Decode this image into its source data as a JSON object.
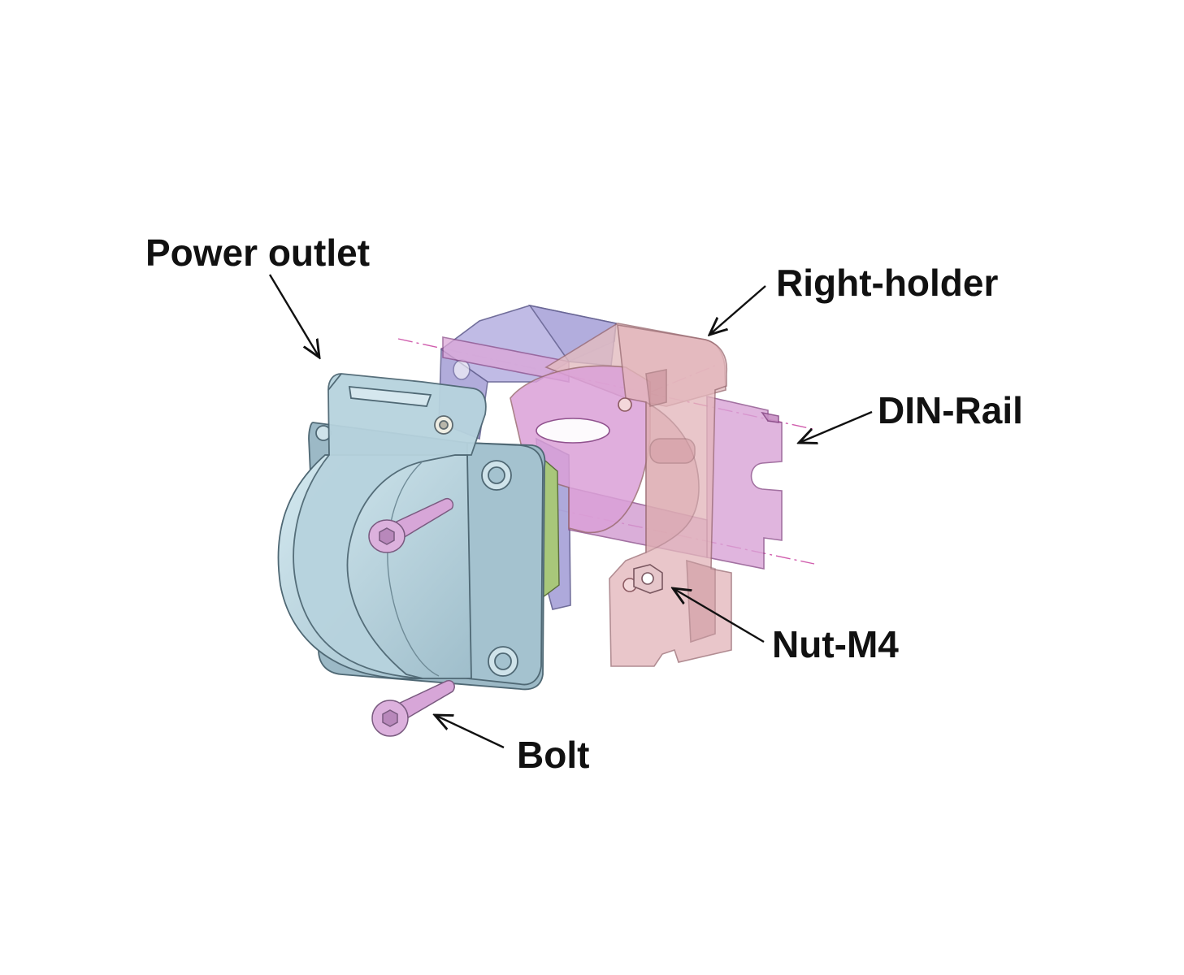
{
  "labels": {
    "power_outlet": "Power outlet",
    "right_holder": "Right-holder",
    "din_rail": "DIN-Rail",
    "nut_m4": "Nut-M4",
    "bolt": "Bolt"
  },
  "colors": {
    "power_outlet": "#a9c9d6",
    "right_holder": "#d9a8b0",
    "din_rail": "#d9a3d6",
    "left_holder": "#aeaadb",
    "bolt": "#d7a6d8",
    "gasket": "#a8c77a",
    "centerline": "#c8419f",
    "text": "#111111"
  }
}
